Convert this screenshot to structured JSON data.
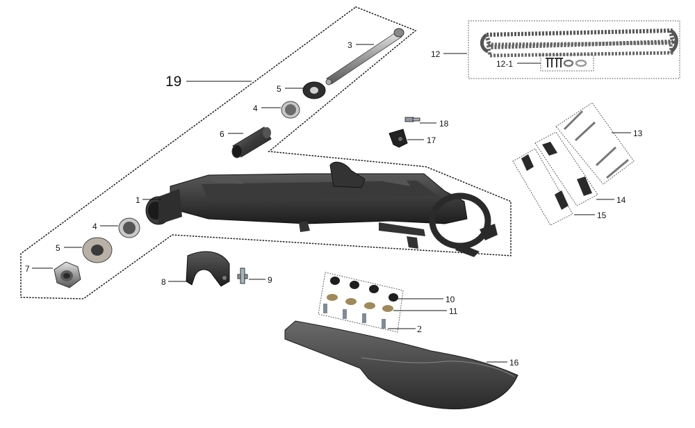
{
  "callouts": {
    "c19": "19",
    "c3": "3",
    "c5a": "5",
    "c4a": "4",
    "c6": "6",
    "c1": "1",
    "c4b": "4",
    "c5b": "5",
    "c7": "7",
    "c8": "8",
    "c9": "9",
    "c12": "12",
    "c12_1": "12-1",
    "c18": "18",
    "c17": "17",
    "c13": "13",
    "c14": "14",
    "c15": "15",
    "c10": "10",
    "c11": "11",
    "c2": "2",
    "c16": "16"
  },
  "colors": {
    "part_dark": "#2b2b2b",
    "part_mid": "#4a4a4a",
    "part_light": "#8a8a8a",
    "metal": "#b9b9b9",
    "brass": "#a08a5a"
  }
}
